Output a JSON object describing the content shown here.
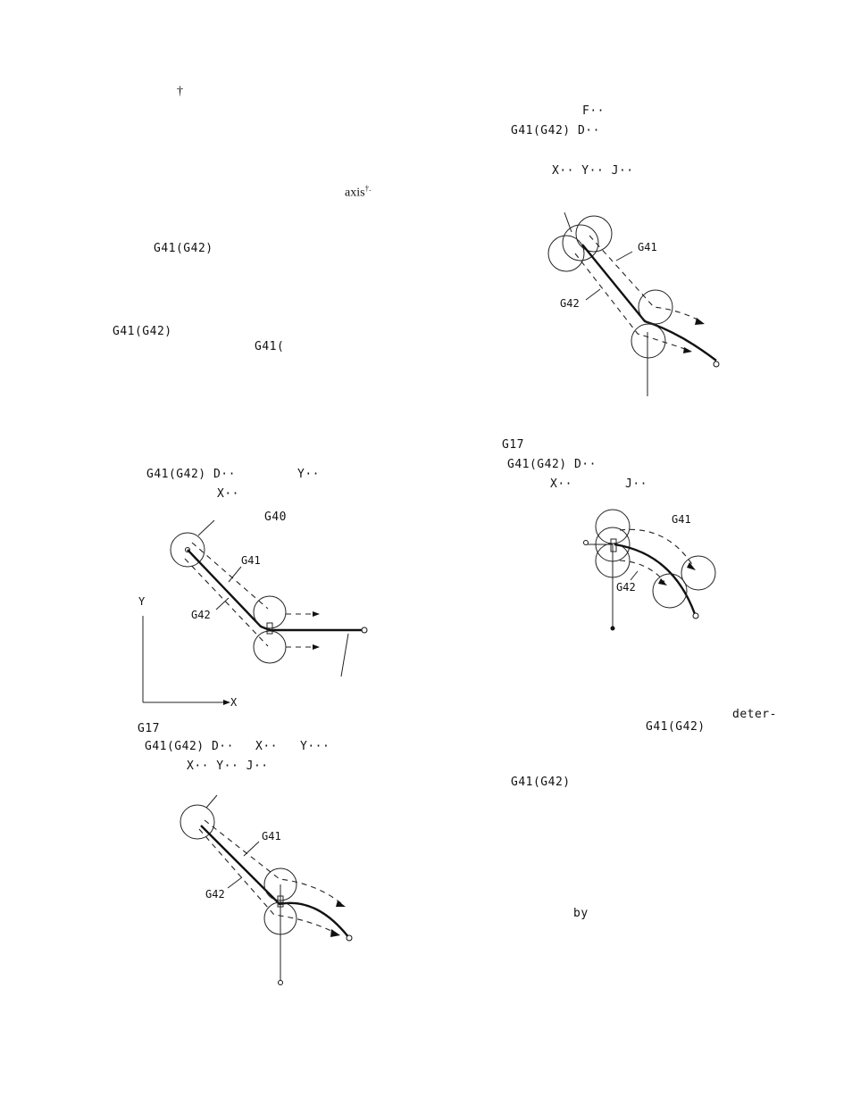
{
  "left_column": {
    "dagger_mark": "†",
    "axis_note": "axis",
    "axis_dagger": "†.",
    "code_g41_g42_a": "G41(G42)",
    "code_g41_g42_b": "G41(G42)",
    "code_g41_partial": "G41(",
    "fig1_line1_code": "G41(G42) D··",
    "fig1_line1_y": "Y··",
    "fig1_line2_x": "X··",
    "fig1_g40": "G40",
    "fig1_label_g41": "G41",
    "fig1_label_g42": "G42",
    "axis_y": "Y",
    "axis_x": "X",
    "fig2_g17": "G17",
    "fig2_line1_code": "G41(G42) D··",
    "fig2_line1_x": "X··",
    "fig2_line1_y": "Y···",
    "fig2_line2": "X··  Y··  J··",
    "fig2_label_g41": "G41",
    "fig2_label_g42": "G42"
  },
  "right_column": {
    "f_code": "F··",
    "line_code": "G41(G42) D··",
    "line_xyj": "X··  Y··  J··",
    "fig3_label_g41": "G41",
    "fig3_label_g42": "G42",
    "g17": "G17",
    "line2_code": "G41(G42) D··",
    "line2_x": "X··",
    "line2_j": "J··",
    "fig4_label_g41": "G41",
    "fig4_label_g42": "G42",
    "deter": "deter-",
    "code_g41_g42_c": "G41(G42)",
    "code_g41_g42_d": "G41(G42)",
    "by": "by"
  }
}
